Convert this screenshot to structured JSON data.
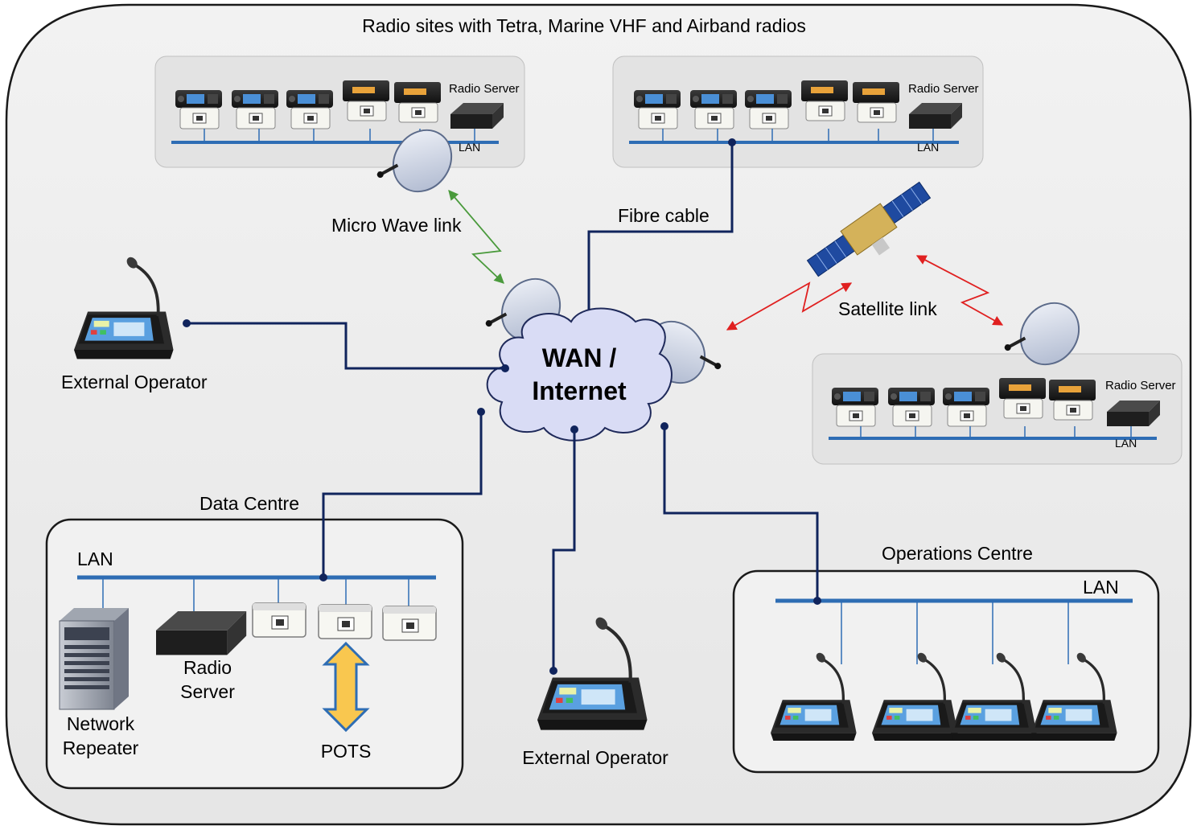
{
  "title": "Radio sites with Tetra, Marine VHF and Airband radios",
  "sites": [
    {
      "radio_server": "Radio Server",
      "lan": "LAN"
    },
    {
      "radio_server": "Radio Server",
      "lan": "LAN"
    },
    {
      "radio_server": "Radio Server",
      "lan": "LAN"
    }
  ],
  "links": {
    "microwave": "Micro Wave link",
    "fibre": "Fibre cable",
    "satellite": "Satellite link"
  },
  "wan": {
    "line1": "WAN /",
    "line2": "Internet"
  },
  "external_operator_left": "External Operator",
  "external_operator_bottom": "External Operator",
  "data_centre": {
    "title": "Data Centre",
    "lan": "LAN",
    "network_repeater": [
      "Network",
      "Repeater"
    ],
    "radio_server": [
      "Radio",
      "Server"
    ],
    "pots": "POTS"
  },
  "operations_centre": {
    "title": "Operations Centre",
    "lan": "LAN"
  },
  "colors": {
    "lan_line": "#2e6db4",
    "wan_line": "#10245c",
    "microwave_arrow": "#4a9a3c",
    "satellite_arrow": "#e02020",
    "pots_arrow": "#f9c74f",
    "cloud_fill": "#d9dcf5"
  }
}
